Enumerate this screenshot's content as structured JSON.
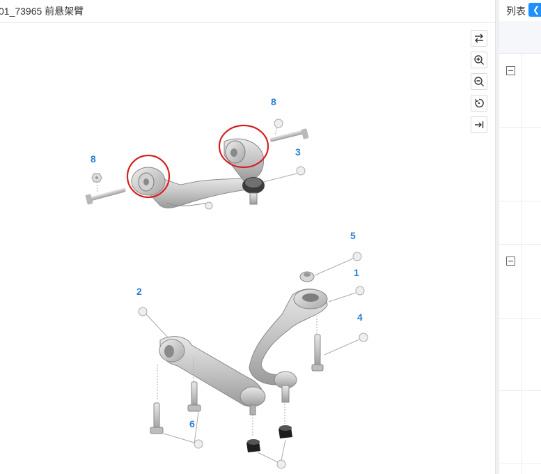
{
  "header": {
    "title": "01_73965 前悬架臂"
  },
  "list_panel": {
    "label": "列表",
    "toggle_icon": "chevron-left-icon"
  },
  "toolbar": {
    "buttons": [
      {
        "icon": "swap-icon"
      },
      {
        "icon": "zoom-in-icon"
      },
      {
        "icon": "zoom-out-icon"
      },
      {
        "icon": "rotate-icon"
      },
      {
        "icon": "collapse-panel-icon"
      }
    ]
  },
  "diagram": {
    "callouts": [
      "8",
      "3",
      "8",
      "5",
      "1",
      "2",
      "4",
      "6"
    ],
    "highlight_color": "#d62020",
    "callout_color": "#2a7fd0"
  }
}
